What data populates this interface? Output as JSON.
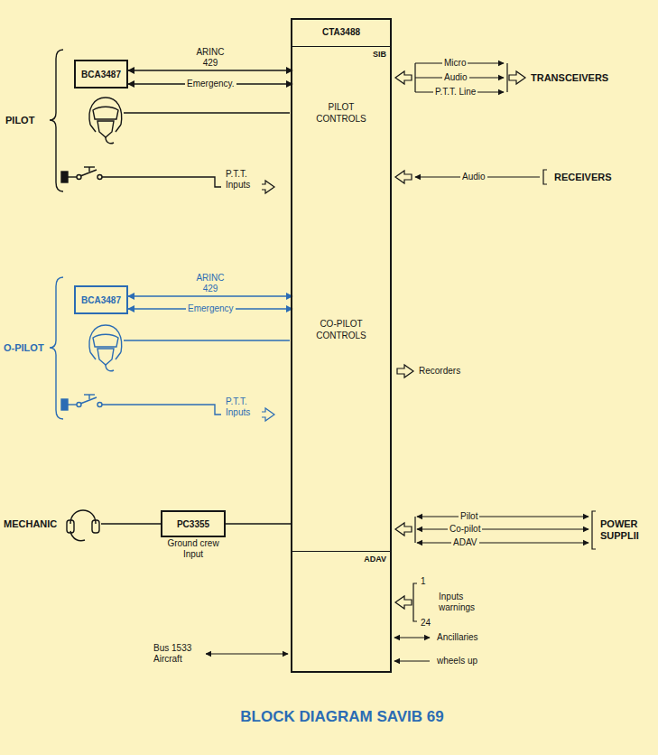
{
  "diagram": {
    "title": "BLOCK DIAGRAM SAVIB 69",
    "nodes": [
      {
        "text": [
          "CTA3488"
        ]
      },
      {
        "text": [
          "SIB",
          "PILOT CONTROLS",
          "CO-PILOT CONTROLS"
        ],
        "in": 0
      },
      {
        "text": [
          "ADAV"
        ],
        "in": 0
      },
      {
        "text": [
          "BCA3487"
        ]
      },
      {
        "text": [
          "BCA3487"
        ]
      },
      {
        "text": [
          "PC3355",
          "Ground crew Input"
        ]
      }
    ],
    "edges": [
      {
        "from": 3,
        "to": 1,
        "label": "ARINC 429",
        "arrow": "both"
      },
      {
        "from": 3,
        "to": 1,
        "label": "Emergency.",
        "arrow": "both"
      },
      {
        "from": 4,
        "to": 1,
        "label": "ARINC 429",
        "arrow": "both"
      },
      {
        "from": 4,
        "to": 1,
        "label": "Emergency",
        "arrow": "both"
      },
      {
        "from": 5,
        "to": 1,
        "arrow": "none"
      }
    ],
    "labels": [
      "PILOT",
      "P.T.T. Inputs",
      "O-PILOT",
      "P.T.T. Inputs",
      "MECHANIC",
      "Micro",
      "Audio",
      "P.T.T. Line",
      "TRANSCEIVERS",
      "Audio",
      "RECEIVERS",
      "Recorders",
      "Pilot",
      "Co-pilot",
      "ADAV",
      "POWER SUPPLII",
      "1",
      "24",
      "Inputs warnings",
      "Ancillaries",
      "wheels up",
      "Bus 1533 Aircraft"
    ]
  }
}
